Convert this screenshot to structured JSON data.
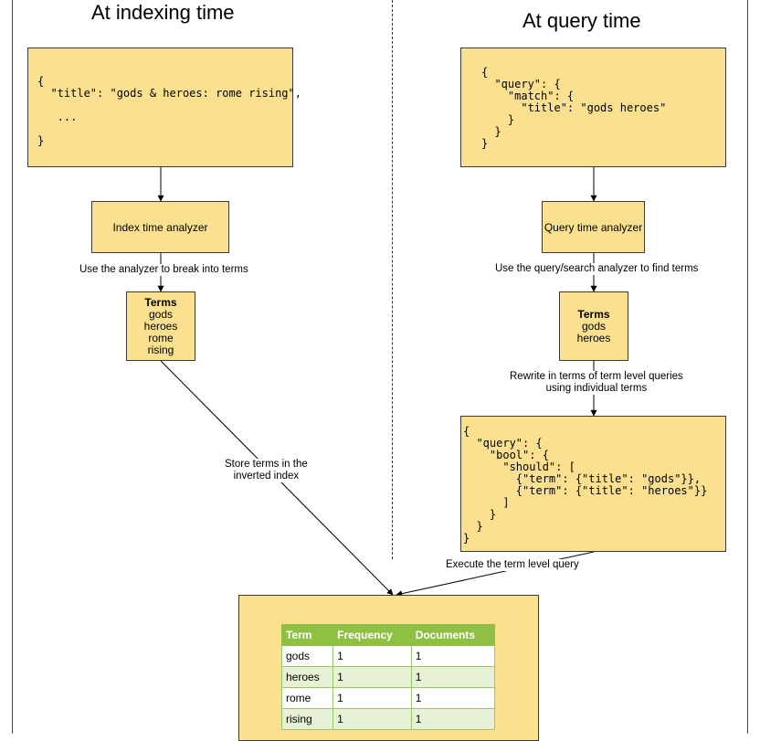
{
  "headings": {
    "indexing": "At indexing time",
    "query": "At query time"
  },
  "index_doc_lines": [
    "{",
    "  \"title\": \"gods & heroes: rome rising\",",
    "",
    "   ...",
    "",
    "}"
  ],
  "query_doc_lines": [
    "{",
    "  \"query\": {",
    "    \"match\": {",
    "      \"title\": \"gods heroes\"",
    "    }",
    "  }",
    "}"
  ],
  "bool_query_lines": [
    "{",
    "  \"query\": {",
    "    \"bool\": {",
    "      \"should\": [",
    "        {\"term\": {\"title\": \"gods\"}},",
    "        {\"term\": {\"title\": \"heroes\"}}",
    "      ]",
    "    }",
    "  }",
    "}"
  ],
  "analyzers": {
    "index": "Index time analyzer",
    "query": "Query time analyzer"
  },
  "edge_labels": {
    "index_break": "Use the analyzer to break into terms",
    "query_find": "Use the query/search analyzer to find terms",
    "store_line1": "Store terms in the",
    "store_line2": "inverted index",
    "rewrite_line1": "Rewrite in terms of term level queries",
    "rewrite_line2": "using individual terms",
    "execute": "Execute the term level query"
  },
  "index_terms": {
    "header": "Terms",
    "items": [
      "gods",
      "heroes",
      "rome",
      "rising"
    ]
  },
  "query_terms": {
    "header": "Terms",
    "items": [
      "gods",
      "heroes"
    ]
  },
  "inverted_index": {
    "columns": [
      "Term",
      "Frequency",
      "Documents"
    ],
    "rows": [
      [
        "gods",
        "1",
        "1"
      ],
      [
        "heroes",
        "1",
        "1"
      ],
      [
        "rome",
        "1",
        "1"
      ],
      [
        "rising",
        "1",
        "1"
      ]
    ]
  },
  "colors": {
    "box_fill": "#fbe08f",
    "table_header": "#8fc044",
    "table_alt_row": "#e6f1d6"
  }
}
